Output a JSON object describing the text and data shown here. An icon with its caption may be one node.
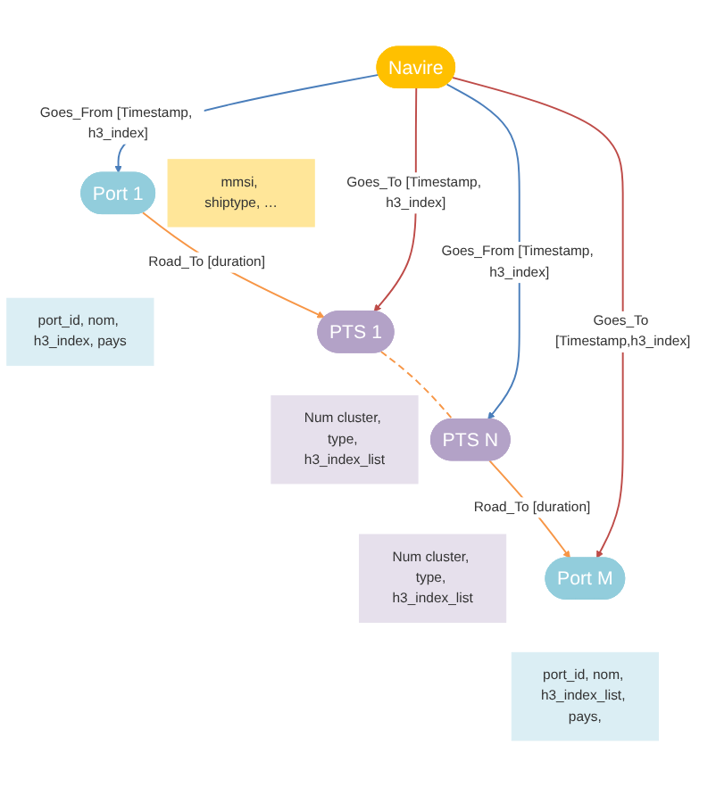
{
  "diagram": {
    "nodes": [
      {
        "text": [
          "Port 1"
        ]
      },
      {
        "text": [
          "port_id, nom, h3_index, pays"
        ]
      },
      {
        "text": [
          "mmsi, shiptype, …"
        ]
      },
      {
        "text": [
          "PTS 1"
        ]
      },
      {
        "text": [
          "Num cluster, type, h3_index_list"
        ]
      },
      {
        "text": [
          "Navire"
        ]
      },
      {
        "text": [
          "PTS N"
        ]
      },
      {
        "text": [
          "Num cluster, type, h3_index_list"
        ]
      },
      {
        "text": [
          "Port M"
        ]
      },
      {
        "text": [
          "port_id, nom, h3_index_list, pays,"
        ]
      }
    ],
    "edges": [
      {
        "from": 5,
        "to": 0,
        "arrow": "to",
        "label": "Goes_From [Timestamp, h3_index]",
        "color": "#4a7ebb"
      },
      {
        "from": 5,
        "to": 3,
        "arrow": "to",
        "label": "Goes_To [Timestamp, h3_index]",
        "color": "#be4b48"
      },
      {
        "from": 5,
        "to": 6,
        "arrow": "to",
        "label": "Goes_From [Timestamp, h3_index]",
        "color": "#4a7ebb"
      },
      {
        "from": 5,
        "to": 8,
        "arrow": "to",
        "label": "Goes_To [Timestamp,h3_index]",
        "color": "#be4b48"
      },
      {
        "from": 0,
        "to": 3,
        "arrow": "to",
        "label": "Road_To [duration]",
        "color": "#f79646"
      },
      {
        "from": 3,
        "to": 6,
        "arrow": "none",
        "style": "dashed",
        "color": "#f79646"
      },
      {
        "from": 6,
        "to": 8,
        "arrow": "to",
        "label": "Road_To [duration]",
        "color": "#f79646"
      }
    ]
  }
}
